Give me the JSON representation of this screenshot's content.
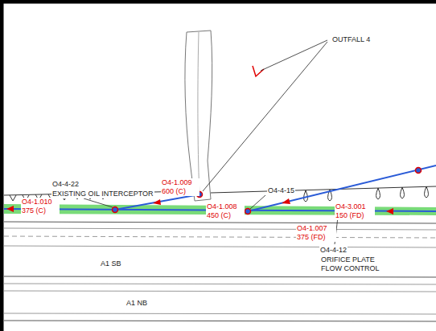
{
  "diagram": {
    "labels": [
      "OUTFALL 4",
      "O4-4-22",
      "EXISTING OIL INTERCEPTOR",
      "O4-1.010 375 (C)",
      "O4-1.009 600 (C)",
      "O4-1.008 450 (C)",
      "O4-4-15",
      "O4-3.001 150 (FD)",
      "O4-1.007 375 (FD)",
      "O4-4-12",
      "ORIFICE PLATE FLOW CONTROL",
      "A1 SB",
      "A1 NB"
    ]
  }
}
